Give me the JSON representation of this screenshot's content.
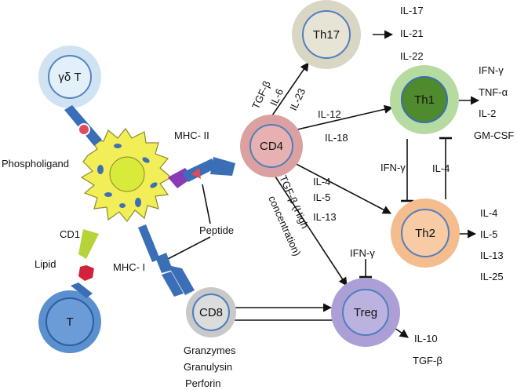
{
  "cells": {
    "gdt": "γδ T",
    "t": "T",
    "cd4": "CD4",
    "cd8": "CD8",
    "th17": "Th17",
    "th1": "Th1",
    "th2": "Th2",
    "treg": "Treg"
  },
  "molecules": {
    "phospholigand": "Phospholigand",
    "mhc2": "MHC- II",
    "mhc1": "MHC- I",
    "cd1": "CD1",
    "lipid": "Lipid",
    "peptide": "Peptide"
  },
  "pathways": {
    "to_th17": [
      "TGF-β",
      "IL-6",
      "IL-23"
    ],
    "to_th1": [
      "IL-12",
      "IL-18"
    ],
    "to_th2": [
      "IL-4",
      "IL-5",
      "IL-13"
    ],
    "to_treg": [
      "TGF-β (High",
      "concentration)"
    ],
    "th1_inhibits_th2": "IFN-γ",
    "th2_inhibits_th1": "IL-4",
    "inhibits_treg": "IFN-γ"
  },
  "outputs": {
    "th17": [
      "IL-17",
      "IL-21",
      "IL-22"
    ],
    "th1": [
      "IFN-γ",
      "TNF-α",
      "IL-2",
      "GM-CSF"
    ],
    "th2": [
      "IL-4",
      "IL-5",
      "IL-13",
      "IL-25"
    ],
    "treg": [
      "IL-10",
      "TGF-β"
    ],
    "cd8": [
      "Granzymes",
      "Granulysin",
      "Perforin"
    ]
  }
}
